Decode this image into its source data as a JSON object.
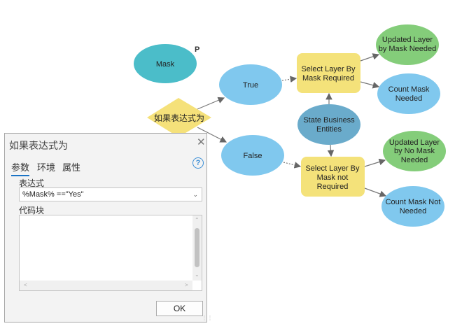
{
  "model": {
    "nodes": {
      "mask": {
        "label": "Mask",
        "badge": "P"
      },
      "condition": {
        "label": "如果表达式为"
      },
      "true": {
        "label": "True"
      },
      "false": {
        "label": "False"
      },
      "select_required": {
        "line1": "Select Layer By",
        "line2": "Mask Required"
      },
      "select_not_required": {
        "line1": "Select Layer By",
        "line2": "Mask not",
        "line3": "Required"
      },
      "state_entities": {
        "line1": "State Business",
        "line2": "Entities"
      },
      "updated_mask": {
        "line1": "Updated Layer",
        "line2": "by Mask Needed"
      },
      "count_mask": {
        "line1": "Count Mask",
        "line2": "Needed"
      },
      "updated_no_mask": {
        "line1": "Updated Layer",
        "line2": "by No Mask",
        "line3": "Needed"
      },
      "count_mask_not": {
        "line1": "Count Mask Not",
        "line2": "Needed"
      }
    },
    "colors": {
      "variable": "#4bbdc9",
      "value": "#80c8ee",
      "tool": "#f4e27a",
      "input": "#6aabcb",
      "output": "#84cd7a"
    }
  },
  "dialog": {
    "title": "如果表达式为",
    "close": "✕",
    "tabs": [
      "参数",
      "环境",
      "属性"
    ],
    "help": "?",
    "expression_label": "表达式",
    "expression_value": "%Mask% ==\"Yes\"",
    "code_block_label": "代码块",
    "code_block_value": "",
    "ok_label": "OK"
  }
}
